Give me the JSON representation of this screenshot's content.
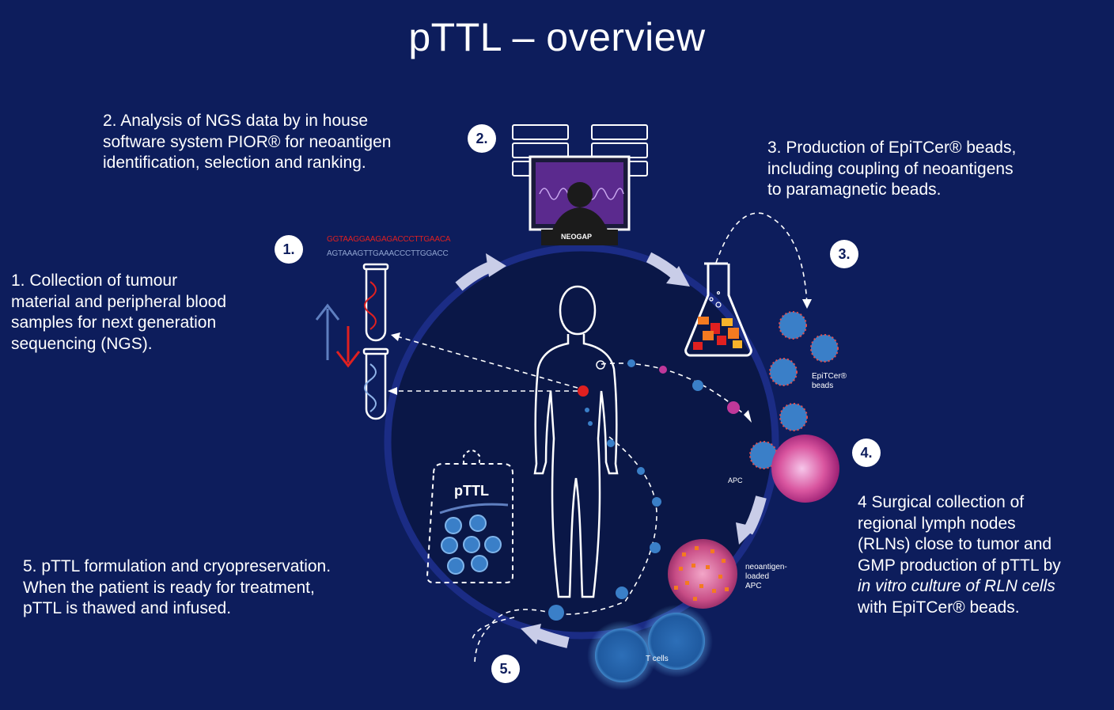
{
  "title": "pTTL – overview",
  "steps": [
    {
      "badge": "1.",
      "lines": [
        "1. Collection of tumour",
        "material and peripheral blood",
        "samples for next generation",
        "sequencing (NGS)."
      ]
    },
    {
      "badge": "2.",
      "lines": [
        "2. Analysis of NGS data by in house",
        "software system PIOR® for neoantigen",
        "identification, selection and ranking."
      ]
    },
    {
      "badge": "3.",
      "lines": [
        "3. Production of EpiTCer® beads,",
        "including coupling of neoantigens",
        "to paramagnetic beads."
      ]
    },
    {
      "badge": "4.",
      "lines": [
        "4 Surgical collection of",
        "regional lymph nodes",
        "(RLNs) close to tumor and",
        "GMP production of pTTL by",
        "in vitro culture of RLN cells",
        "with EpiTCer® beads."
      ]
    },
    {
      "badge": "5.",
      "lines": [
        "5. pTTL formulation and cryopreservation.",
        "When the patient is ready for treatment,",
        "pTTL is thawed and infused."
      ]
    }
  ],
  "dna_sequences": [
    "GGTAAGGAAGAGACCCTTGAACA",
    "AGTAAAGTTGAAACCCTTGGACC"
  ],
  "labels": {
    "monitor_brand": "NEOGAP",
    "beads": [
      "EpiTCer®",
      "beads"
    ],
    "apc": "APC",
    "loaded_apc": [
      "neoantigen-",
      "loaded",
      "APC"
    ],
    "t_cells": "T cells",
    "bag": "pTTL"
  },
  "colors": {
    "background": "#0d1d5c",
    "inner_circle": "#0a1747",
    "arrow": "#c9cde8",
    "red": "#e02020",
    "apc": "#c0389a",
    "cell_blue": "#3a7fc8"
  }
}
